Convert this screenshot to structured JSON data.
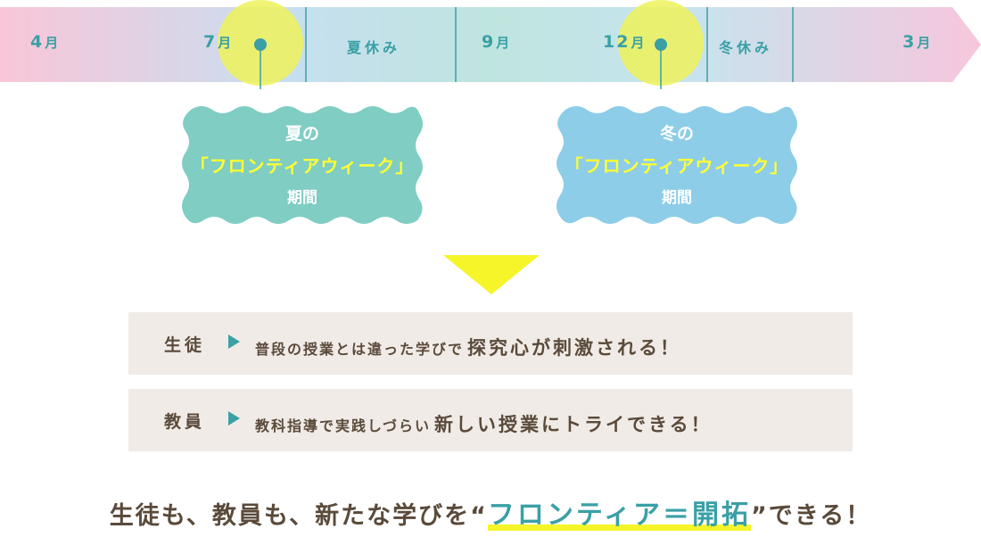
{
  "timeline": {
    "months": {
      "apr": "4",
      "jul": "7",
      "sep": "9",
      "dec": "12",
      "mar": "3"
    },
    "month_unit": "月",
    "periods": {
      "summer": "夏休み",
      "winter": "冬休み"
    },
    "colors": {
      "start": "#f9c3d6",
      "mid": "#bfe4e2",
      "end": "#f9c3d6",
      "divider": "#3aa0a6",
      "highlight": "#eef25a"
    }
  },
  "summer_bubble": {
    "line1": "夏の",
    "line2": "「フロンティアウィーク」",
    "line3": "期間",
    "color": "#7fcdc3"
  },
  "winter_bubble": {
    "line1": "冬の",
    "line2": "「フロンティアウィーク」",
    "line3": "期間",
    "color": "#8dcde8"
  },
  "rows": [
    {
      "who": "生徒",
      "desc": "普段の授業とは違った学びで",
      "emphasis": "探究心が刺激される！"
    },
    {
      "who": "教員",
      "desc": "教科指導で実践しづらい",
      "emphasis": "新しい授業にトライできる！"
    }
  ],
  "conclusion": {
    "prefix": "生徒も、教員も、新たな学びを“",
    "accent": "フロンティア＝開拓",
    "suffix": "”できる！"
  }
}
